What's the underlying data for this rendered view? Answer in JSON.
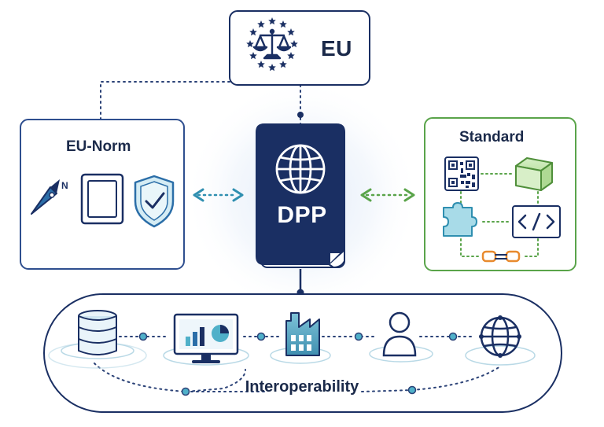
{
  "eu": {
    "label": "EU"
  },
  "eu_norm": {
    "label": "EU-Norm",
    "compass_mark": "N"
  },
  "dpp": {
    "label": "DPP"
  },
  "standard": {
    "label": "Standard"
  },
  "interoperability": {
    "label": "Interoperability"
  },
  "colors": {
    "navy": "#1a2f63",
    "norm_border": "#2f4f8f",
    "standard_green": "#5aa44a",
    "teal_arrow": "#2f8fb0",
    "interop_node": "#4fb0c9",
    "plug_orange": "#e88a2e"
  },
  "icons": [
    "scales-icon",
    "eu-stars-icon",
    "compass-icon",
    "document-icon",
    "shield-check-icon",
    "globe-icon",
    "qr-code-icon",
    "cube-icon",
    "puzzle-icon",
    "code-icon",
    "plug-icon",
    "database-icon",
    "monitor-chart-icon",
    "factory-icon",
    "user-icon",
    "network-globe-icon"
  ]
}
